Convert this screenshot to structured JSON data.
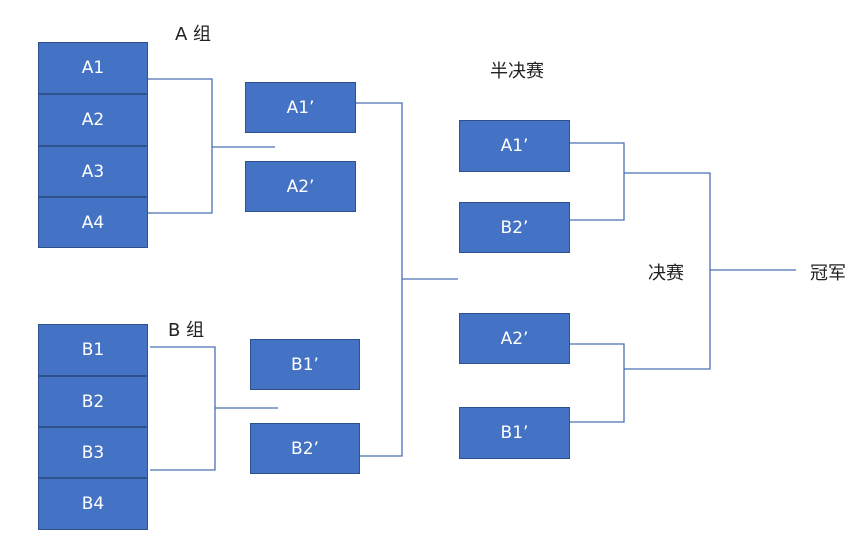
{
  "diagram": {
    "group_a": {
      "title": "A 组",
      "teams": [
        "A1",
        "A2",
        "A3",
        "A4"
      ]
    },
    "group_b": {
      "title": "B 组",
      "teams": [
        "B1",
        "B2",
        "B3",
        "B4"
      ]
    },
    "qualifiers_a": [
      "A1’",
      "A2’"
    ],
    "qualifiers_b": [
      "B1’",
      "B2’"
    ],
    "semifinal": {
      "title": "半决赛",
      "upper": [
        "A1’",
        "B2’"
      ],
      "lower": [
        "A2’",
        "B1’"
      ]
    },
    "final_label": "决赛",
    "champion_label": "冠军",
    "colors": {
      "box_fill": "#4472c4",
      "box_border": "#2f528f",
      "line": "#4a6fb5",
      "text": "#ffffff"
    }
  }
}
